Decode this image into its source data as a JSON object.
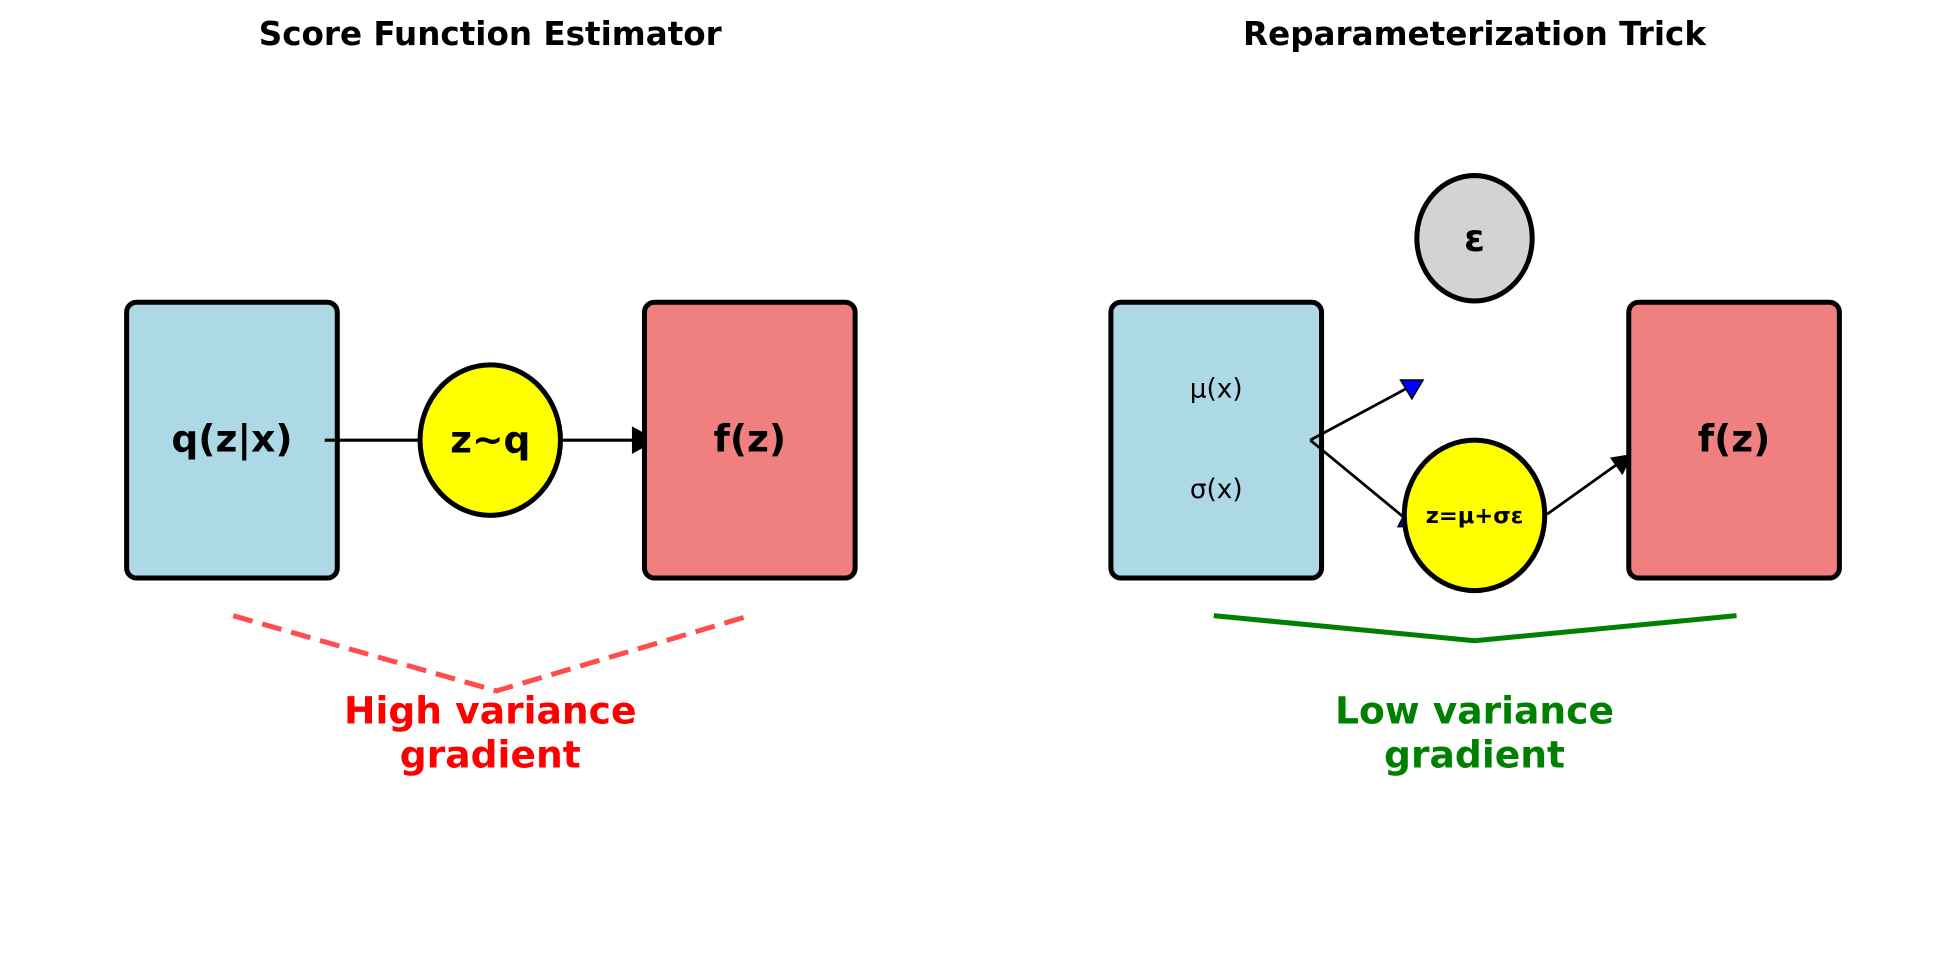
{
  "colors": {
    "encoder_fill": "#add8e6",
    "sample_fill": "#ffff00",
    "f_fill": "#f08080",
    "eps_fill": "#d3d3d3",
    "high_variance": "#ff0000",
    "high_variance_line": "#ff4d4d",
    "low_variance": "#008000",
    "arrowhead_blue": "#0000ff"
  },
  "left_panel": {
    "title": "Score Function Estimator",
    "encoder_label": "q(z|x)",
    "sample_label": "z~q",
    "f_label": "f(z)",
    "note_line1": "High variance",
    "note_line2": "gradient"
  },
  "right_panel": {
    "title": "Reparameterization Trick",
    "mu_label": "μ(x)",
    "sigma_label": "σ(x)",
    "eps_label": "ε",
    "sample_label": "z=μ+σε",
    "f_label": "f(z)",
    "note_line1": "Low variance",
    "note_line2": "gradient"
  }
}
